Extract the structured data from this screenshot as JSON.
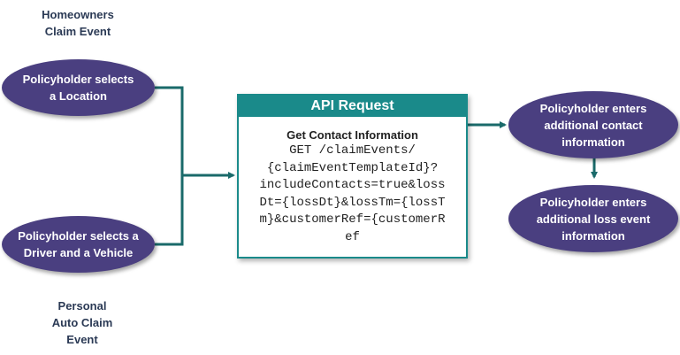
{
  "captions": {
    "homeowners": [
      "Homeowners",
      "Claim Event"
    ],
    "personal_auto": [
      "Personal",
      "Auto Claim",
      "Event"
    ]
  },
  "nodes": {
    "select_location": [
      "Policyholder selects",
      "a Location"
    ],
    "select_driver_vehicle": [
      "Policyholder selects a",
      "Driver and a Vehicle"
    ],
    "enter_contact_info": [
      "Policyholder enters",
      "additional contact",
      "information"
    ],
    "enter_loss_event_info": [
      "Policyholder enters",
      "additional loss event",
      "information"
    ]
  },
  "api_request": {
    "header": "API Request",
    "subtitle": "Get Contact Information",
    "code_lines": [
      "GET /claimEvents/",
      "{claimEventTemplateId}?",
      "includeContacts=true&loss",
      "Dt={lossDt}&lossTm={lossT",
      "m}&customerRef={customerR",
      "ef"
    ]
  },
  "colors": {
    "ellipse_fill": "#4a3f80",
    "teal_accent": "#1a8a8a",
    "caption_text": "#2b3a55"
  }
}
